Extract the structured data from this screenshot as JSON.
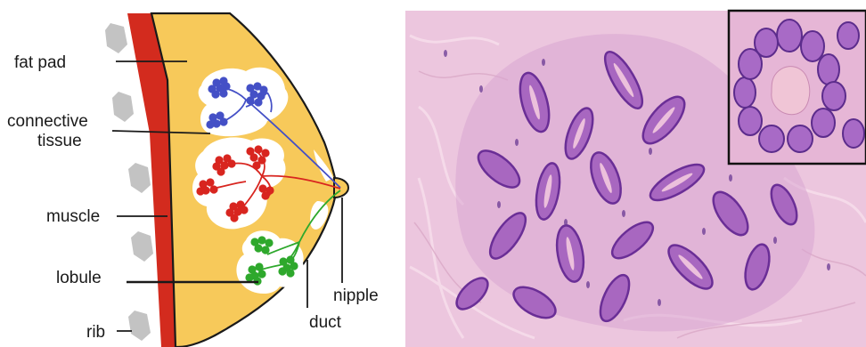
{
  "diagram": {
    "labels": {
      "fat_pad": "fat pad",
      "connective_line1": "connective",
      "connective_line2": "tissue",
      "muscle": "muscle",
      "lobule": "lobule",
      "rib": "rib",
      "duct": "duct",
      "nipple": "nipple"
    },
    "colors": {
      "fat": "#f7c95a",
      "muscle": "#d32b1e",
      "rib": "#c3c3c3",
      "connective": "#ffffff",
      "lobule_blue": "#4450c6",
      "lobule_red": "#d8251f",
      "lobule_green": "#2ea82c",
      "outline": "#1a1a1a"
    }
  },
  "micrograph": {
    "stain_colors": {
      "stroma": "#ecc6de",
      "gland": "#9b5ab8",
      "nucleus": "#5c2c8c",
      "inset_cell": "#a86ac6",
      "lumen": "#f0c5d6"
    }
  }
}
